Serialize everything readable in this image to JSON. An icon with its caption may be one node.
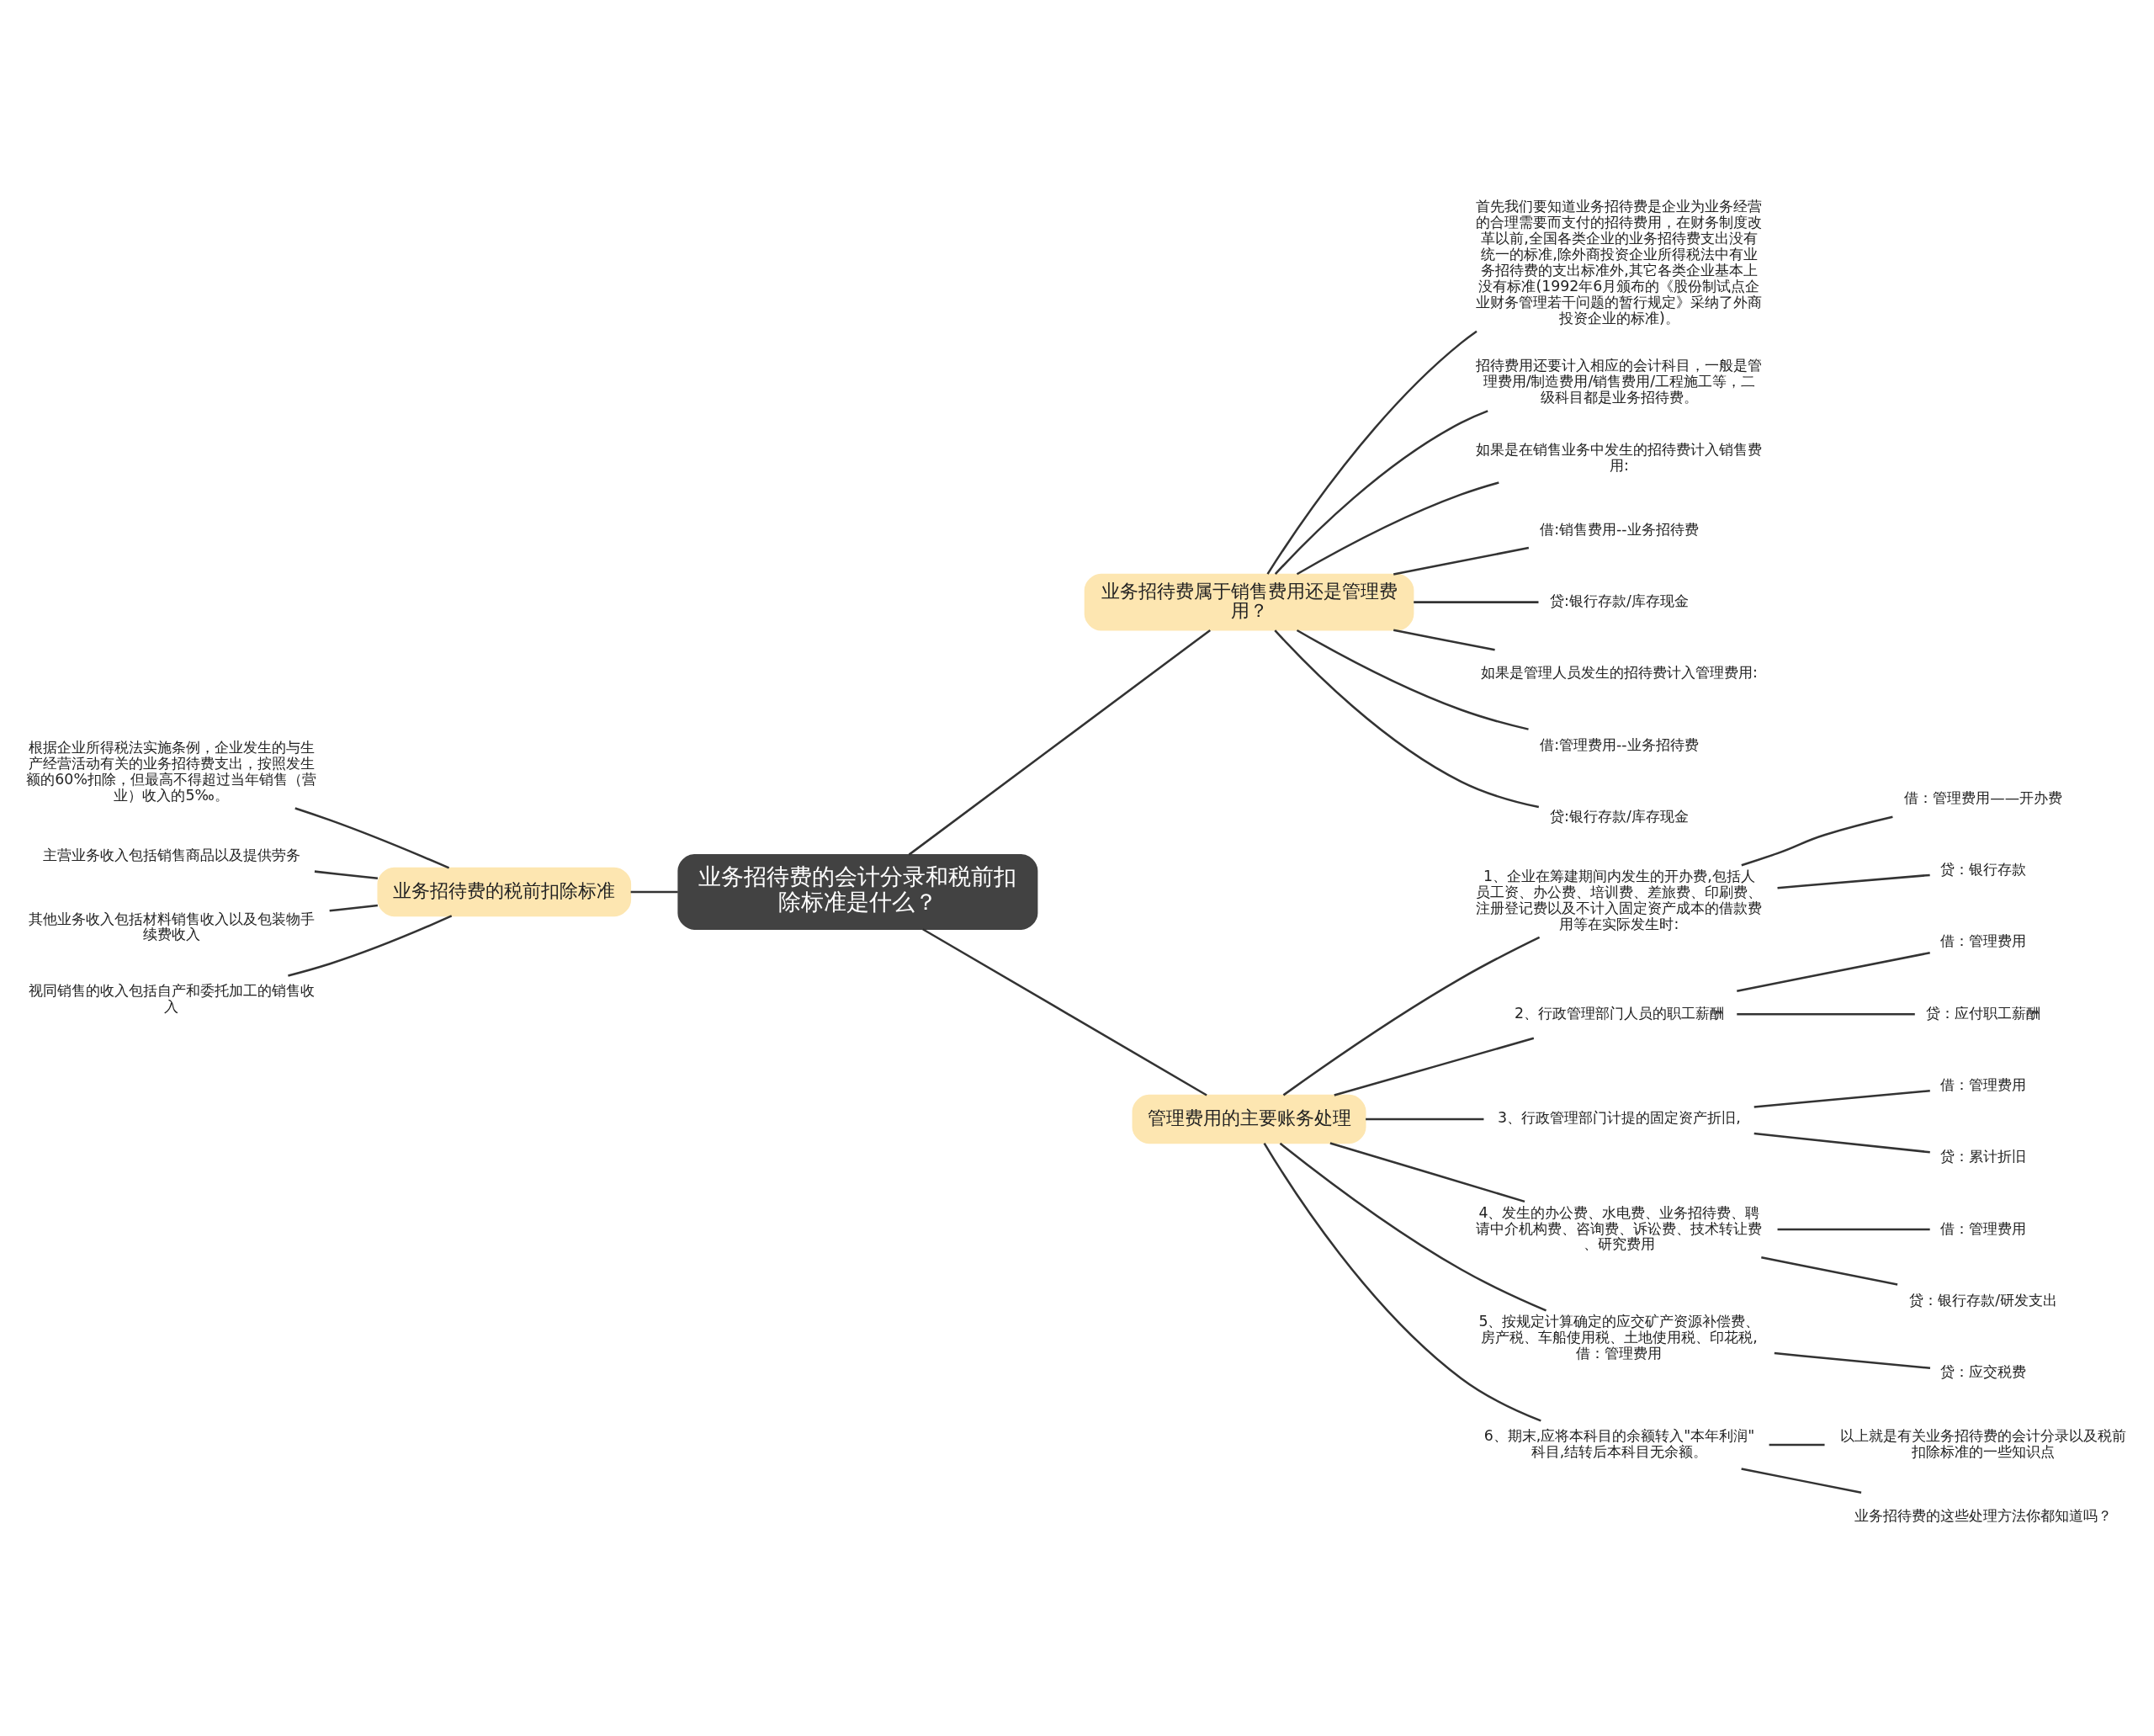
{
  "diagram": {
    "nodes": [
      {
        "text": [
          "业务招待费的会计分录和税前扣除标准是什么？"
        ]
      },
      {
        "text": [
          "业务招待费的税前扣除标准"
        ]
      },
      {
        "text": [
          "根据企业所得税法实施条例，企业发生的与生产经营活动有关的业务招待费支出，按照发生额的60%扣除，但最高不得超过当年销售（营业）收入的5‰。"
        ]
      },
      {
        "text": [
          "主营业务收入包括销售商品以及提供劳务"
        ]
      },
      {
        "text": [
          "其他业务收入包括材料销售收入以及包装物手续费收入"
        ]
      },
      {
        "text": [
          "视同销售的收入包括自产和委托加工的销售收入"
        ]
      },
      {
        "text": [
          "业务招待费属于销售费用还是管理费用？"
        ]
      },
      {
        "text": [
          "首先我们要知道业务招待费是企业为业务经营的合理需要而支付的招待费用，在财务制度改革以前,全国各类企业的业务招待费支出没有统一的标准,除外商投资企业所得税法中有业务招待费的支出标准外,其它各类企业基本上没有标准(1992年6月颁布的《股份制试点企业财务管理若干问题的暂行规定》采纳了外商投资企业的标准)。"
        ]
      },
      {
        "text": [
          "招待费用还要计入相应的会计科目，一般是管理费用/制造费用/销售费用/工程施工等，二级科目都是业务招待费。"
        ]
      },
      {
        "text": [
          "如果是在销售业务中发生的招待费计入销售费用:"
        ]
      },
      {
        "text": [
          "借:销售费用--业务招待费"
        ]
      },
      {
        "text": [
          "贷:银行存款/库存现金"
        ]
      },
      {
        "text": [
          "如果是管理人员发生的招待费计入管理费用:"
        ]
      },
      {
        "text": [
          "借:管理费用--业务招待费"
        ]
      },
      {
        "text": [
          "贷:银行存款/库存现金"
        ]
      },
      {
        "text": [
          "管理费用的主要账务处理"
        ]
      },
      {
        "text": [
          "1、企业在筹建期间内发生的开办费,包括人员工资、办公费、培训费、差旅费、印刷费、注册登记费以及不计入固定资产成本的借款费用等在实际发生时:"
        ]
      },
      {
        "text": [
          "借：管理费用——开办费"
        ]
      },
      {
        "text": [
          "贷：银行存款"
        ]
      },
      {
        "text": [
          "2、行政管理部门人员的职工薪酬"
        ]
      },
      {
        "text": [
          "借：管理费用"
        ]
      },
      {
        "text": [
          "贷：应付职工薪酬"
        ]
      },
      {
        "text": [
          "3、行政管理部门计提的固定资产折旧,"
        ]
      },
      {
        "text": [
          "借：管理费用"
        ]
      },
      {
        "text": [
          "贷：累计折旧"
        ]
      },
      {
        "text": [
          "4、发生的办公费、水电费、业务招待费、聘请中介机构费、咨询费、诉讼费、技术转让费、研究费用"
        ]
      },
      {
        "text": [
          "借：管理费用"
        ]
      },
      {
        "text": [
          "贷：银行存款/研发支出"
        ]
      },
      {
        "text": [
          "5、按规定计算确定的应交矿产资源补偿费、房产税、车船使用税、土地使用税、印花税,借：管理费用"
        ]
      },
      {
        "text": [
          "贷：应交税费"
        ]
      },
      {
        "text": [
          "6、期末,应将本科目的余额转入\"本年利润\"科目,结转后本科目无余额。"
        ]
      },
      {
        "text": [
          "以上就是有关业务招待费的会计分录以及税前扣除标准的一些知识点"
        ]
      },
      {
        "text": [
          "业务招待费的这些处理方法你都知道吗？"
        ]
      }
    ],
    "edges": [
      {
        "from": 0,
        "to": 1,
        "arrow": "none"
      },
      {
        "from": 1,
        "to": 2,
        "arrow": "none"
      },
      {
        "from": 1,
        "to": 3,
        "arrow": "none"
      },
      {
        "from": 1,
        "to": 4,
        "arrow": "none"
      },
      {
        "from": 1,
        "to": 5,
        "arrow": "none"
      },
      {
        "from": 0,
        "to": 6,
        "arrow": "none"
      },
      {
        "from": 6,
        "to": 7,
        "arrow": "none"
      },
      {
        "from": 6,
        "to": 8,
        "arrow": "none"
      },
      {
        "from": 6,
        "to": 9,
        "arrow": "none"
      },
      {
        "from": 6,
        "to": 10,
        "arrow": "none"
      },
      {
        "from": 6,
        "to": 11,
        "arrow": "none"
      },
      {
        "from": 6,
        "to": 12,
        "arrow": "none"
      },
      {
        "from": 6,
        "to": 13,
        "arrow": "none"
      },
      {
        "from": 6,
        "to": 14,
        "arrow": "none"
      },
      {
        "from": 0,
        "to": 15,
        "arrow": "none"
      },
      {
        "from": 15,
        "to": 16,
        "arrow": "none"
      },
      {
        "from": 16,
        "to": 17,
        "arrow": "none"
      },
      {
        "from": 16,
        "to": 18,
        "arrow": "none"
      },
      {
        "from": 15,
        "to": 19,
        "arrow": "none"
      },
      {
        "from": 19,
        "to": 20,
        "arrow": "none"
      },
      {
        "from": 19,
        "to": 21,
        "arrow": "none"
      },
      {
        "from": 15,
        "to": 22,
        "arrow": "none"
      },
      {
        "from": 22,
        "to": 23,
        "arrow": "none"
      },
      {
        "from": 22,
        "to": 24,
        "arrow": "none"
      },
      {
        "from": 15,
        "to": 25,
        "arrow": "none"
      },
      {
        "from": 25,
        "to": 26,
        "arrow": "none"
      },
      {
        "from": 25,
        "to": 27,
        "arrow": "none"
      },
      {
        "from": 15,
        "to": 28,
        "arrow": "none"
      },
      {
        "from": 28,
        "to": 29,
        "arrow": "none"
      },
      {
        "from": 15,
        "to": 30,
        "arrow": "none"
      },
      {
        "from": 30,
        "to": 31,
        "arrow": "none"
      },
      {
        "from": 30,
        "to": 32,
        "arrow": "none"
      }
    ]
  }
}
